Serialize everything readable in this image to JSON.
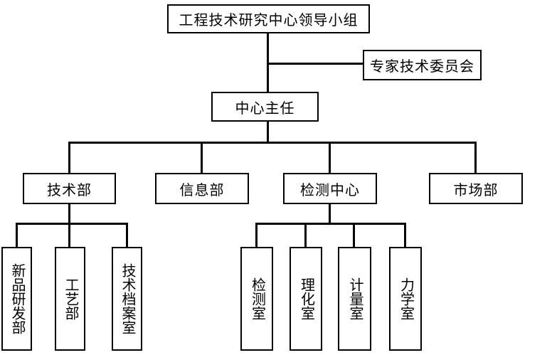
{
  "diagram": {
    "type": "org-chart",
    "background_color": "#ffffff",
    "line_color": "#000000",
    "box_fill": "#ffffff",
    "box_border_color": "#000000",
    "text_color": "#000000",
    "nodes": {
      "leadership": {
        "label": "工程技术研究中心领导小组"
      },
      "committee": {
        "label": "专家技术委员会"
      },
      "director": {
        "label": "中心主任"
      },
      "tech_dept": {
        "label": "技术部"
      },
      "info_dept": {
        "label": "信息部"
      },
      "testing_center": {
        "label": "检测中心"
      },
      "market_dept": {
        "label": "市场部"
      },
      "new_product_rd_dept": {
        "label": "新品研发部"
      },
      "process_dept": {
        "label": "工艺部"
      },
      "tech_archive_room": {
        "label": "技术档案室"
      },
      "testing_room": {
        "label": "检测室"
      },
      "physics_chemistry_room": {
        "label": "理化室"
      },
      "metrology_room": {
        "label": "计量室"
      },
      "mechanics_room": {
        "label": "力学室"
      }
    },
    "edges": [
      {
        "from": "leadership",
        "to": "director",
        "style": "vertical"
      },
      {
        "from": "leadership_director_link",
        "to": "committee",
        "style": "side-branch"
      },
      {
        "from": "director",
        "to": "tech_dept",
        "style": "bus"
      },
      {
        "from": "director",
        "to": "info_dept",
        "style": "bus"
      },
      {
        "from": "director",
        "to": "testing_center",
        "style": "bus"
      },
      {
        "from": "director",
        "to": "market_dept",
        "style": "bus"
      },
      {
        "from": "tech_dept",
        "to": "new_product_rd_dept",
        "style": "bus"
      },
      {
        "from": "tech_dept",
        "to": "process_dept",
        "style": "bus"
      },
      {
        "from": "tech_dept",
        "to": "tech_archive_room",
        "style": "bus"
      },
      {
        "from": "testing_center",
        "to": "testing_room",
        "style": "bus"
      },
      {
        "from": "testing_center",
        "to": "physics_chemistry_room",
        "style": "bus"
      },
      {
        "from": "testing_center",
        "to": "metrology_room",
        "style": "bus"
      },
      {
        "from": "testing_center",
        "to": "mechanics_room",
        "style": "bus"
      }
    ]
  }
}
